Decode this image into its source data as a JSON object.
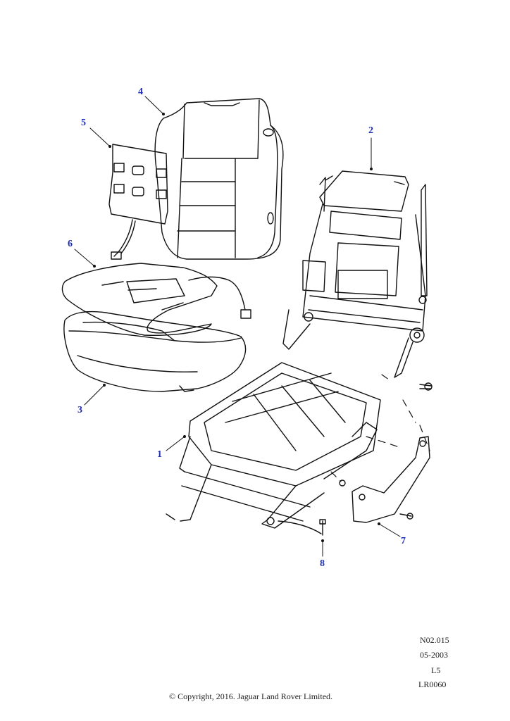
{
  "callouts": {
    "c1": "1",
    "c2": "2",
    "c3": "3",
    "c4": "4",
    "c5": "5",
    "c6": "6",
    "c7": "7",
    "c8": "8"
  },
  "meta": {
    "code": "N02.015",
    "date": "05-2003",
    "level": "L5",
    "ref": "LR0060"
  },
  "copyright": "© Copyright, 2016. Jaguar Land Rover Limited.",
  "colors": {
    "callout": "#1f2fb4",
    "line": "#111111"
  }
}
